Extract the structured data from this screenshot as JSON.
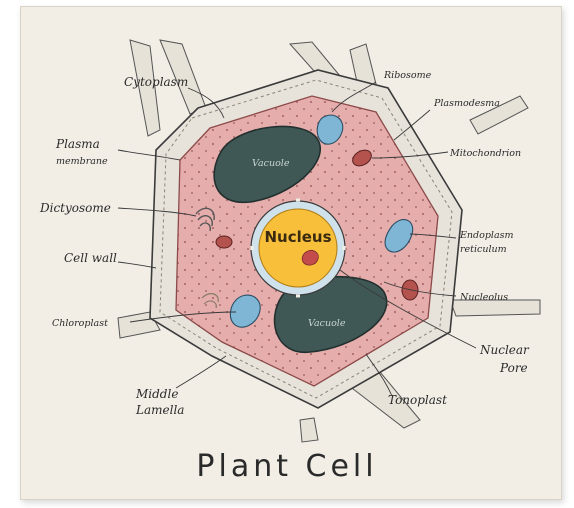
{
  "title": "Plant Cell",
  "labels": {
    "cytoplasm": "Cytoplasm",
    "ribosome": "Ribosome",
    "plasmodesma": "Plasmodesma",
    "mitochondrion": "Mitochondrion",
    "plasma_membrane_line1": "Plasma",
    "plasma_membrane_line2": "membrane",
    "dictyosome": "Dictyosome",
    "cell_wall": "Cell wall",
    "chloroplast": "Chloroplast",
    "middle_lamella_line1": "Middle",
    "middle_lamella_line2": "Lamella",
    "tonoplast": "Tonoplast",
    "nuclear_pore_line1": "Nuclear",
    "nuclear_pore_line2": "Pore",
    "nucleolus": "Nucleolus",
    "endoplasmic_reticulum_line1": "Endoplasm",
    "endoplasmic_reticulum_line2": "reticulum",
    "nucleus": "Nucleus",
    "vacuole_top": "Vacuole",
    "vacuole_bottom": "Vacuole"
  },
  "colors": {
    "paper": "#f2eee6",
    "cell_wall": "#e7e3da",
    "cytoplasm": "#e5aeac",
    "vacuole": "#3f5855",
    "nucleus": "#f7bf3a",
    "blue_organelle": "#7fb6d6",
    "mitochondria": "#b4524e"
  }
}
